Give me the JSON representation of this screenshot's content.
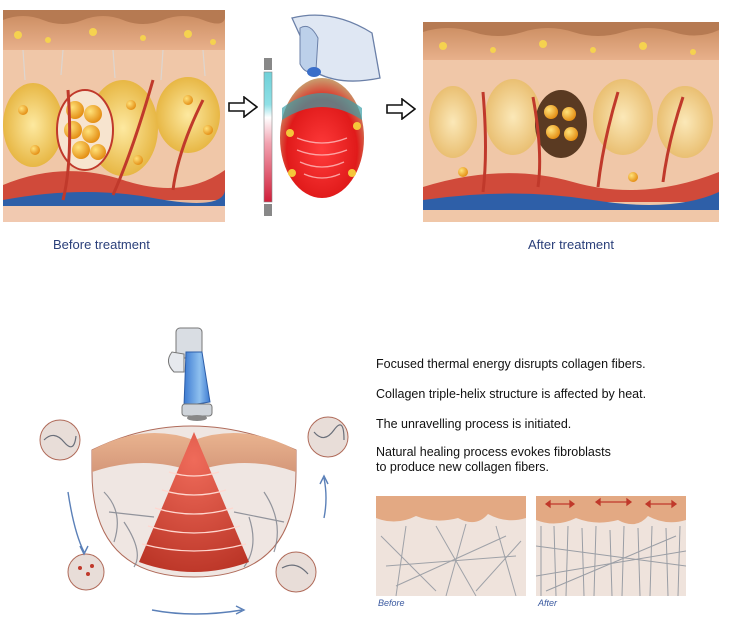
{
  "captions": {
    "before": "Before treatment",
    "after": "After treatment"
  },
  "bullets": [
    "Focused thermal energy disrupts collagen fibers.",
    "Collagen triple-helix structure is affected by heat.",
    "The unravelling process is initiated.",
    "Natural healing process evokes fibroblasts to produce new collagen fibers."
  ],
  "bullet4_lines": [
    "Natural healing process evokes fibroblasts",
    "to produce new collagen fibers."
  ],
  "panel_labels": {
    "before": "Before",
    "after": "After"
  },
  "colors": {
    "skin": "#e9b38f",
    "fat": "#f2c94c",
    "vessel": "#c0392b",
    "vein": "#2e5fa8",
    "heat": "#d9322b",
    "caption": "#2a3f7a"
  }
}
